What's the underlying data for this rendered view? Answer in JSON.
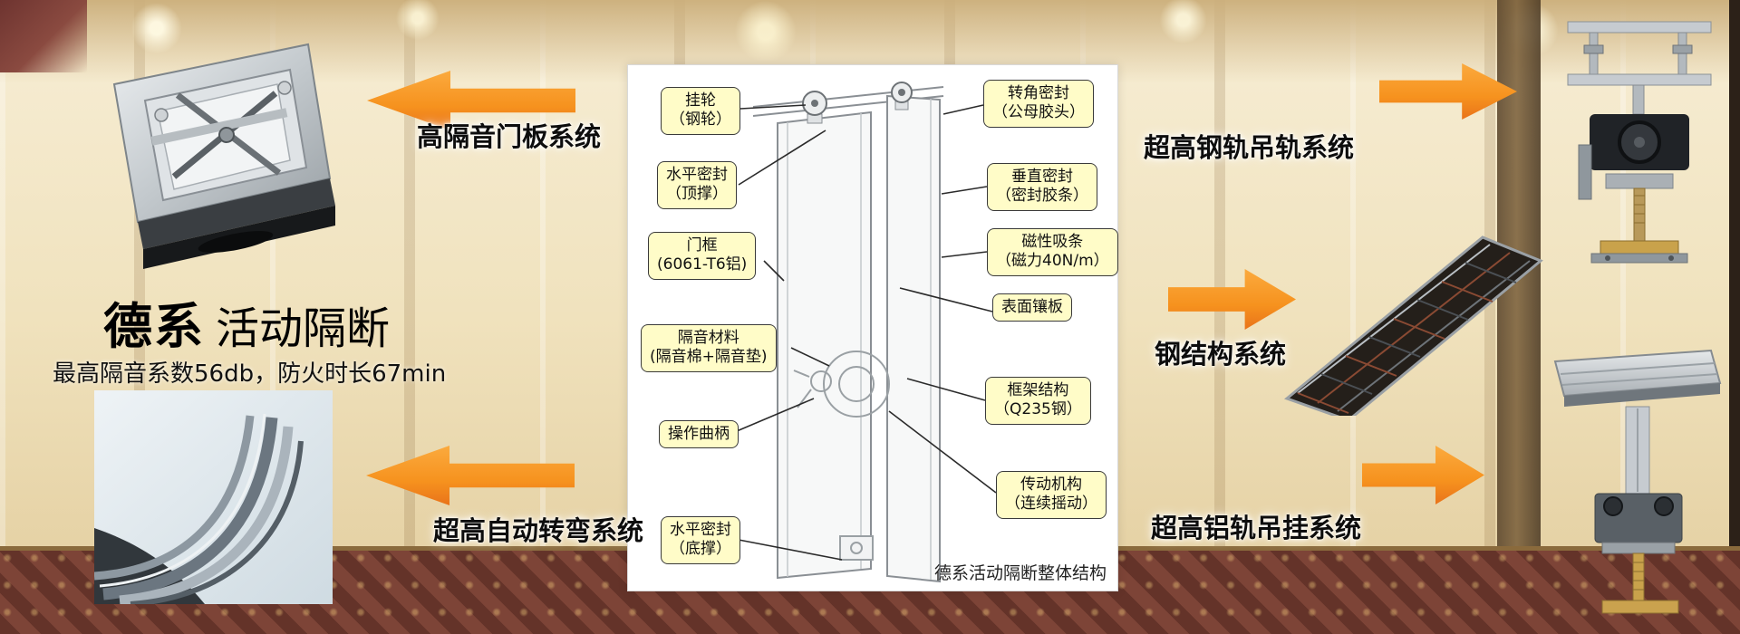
{
  "brand": {
    "title_bold": "德系",
    "title_regular": "活动隔断",
    "subtitle": "最高隔音系数56db，防火时长67min"
  },
  "systems": {
    "door_panel_label": "高隔音门板系统",
    "auto_turn_label": "超高自动转弯系统",
    "steel_rail_label": "超高钢轨吊轨系统",
    "steel_structure_label": "钢结构系统",
    "alu_rail_label": "超高铝轨吊挂系统"
  },
  "diagram": {
    "caption": "德系活动隔断整体结构",
    "callouts_left": [
      {
        "line1": "挂轮",
        "line2": "（钢轮）"
      },
      {
        "line1": "水平密封",
        "line2": "（顶撑）"
      },
      {
        "line1": "门框",
        "line2": "(6061-T6铝)"
      },
      {
        "line1": "隔音材料",
        "line2": "(隔音棉+隔音垫)"
      },
      {
        "line1": "操作曲柄",
        "line2": ""
      },
      {
        "line1": "水平密封",
        "line2": "（底撑）"
      }
    ],
    "callouts_right": [
      {
        "line1": "转角密封",
        "line2": "（公母胶头）"
      },
      {
        "line1": "垂直密封",
        "line2": "（密封胶条）"
      },
      {
        "line1": "磁性吸条",
        "line2": "（磁力40N/m）"
      },
      {
        "line1": "表面镶板",
        "line2": ""
      },
      {
        "line1": "框架结构",
        "line2": "（Q235钢）"
      },
      {
        "line1": "传动机构",
        "line2": "（连续摇动）"
      }
    ]
  },
  "colors": {
    "arrow_orange": "#F6921E",
    "callout_yellow": "#FFFCC8"
  }
}
